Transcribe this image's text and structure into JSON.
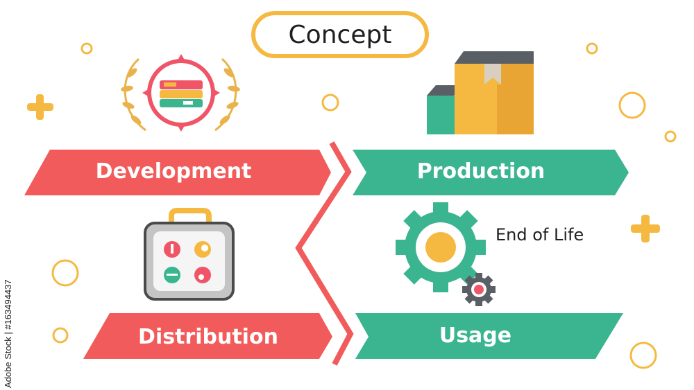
{
  "title": "Concept",
  "stages": {
    "development": "Development",
    "production": "Production",
    "distribution": "Distribution",
    "usage": "Usage"
  },
  "end_of_life": "End of Life",
  "watermark": "Adobe Stock | #163494437",
  "colors": {
    "red": "#f25b5b",
    "green": "#3ab58f",
    "yellow": "#f5b942",
    "dark": "#2a2a2a"
  },
  "icons": [
    "laurel-target-icon",
    "boxes-icon",
    "toolbox-icon",
    "gear-icon"
  ]
}
